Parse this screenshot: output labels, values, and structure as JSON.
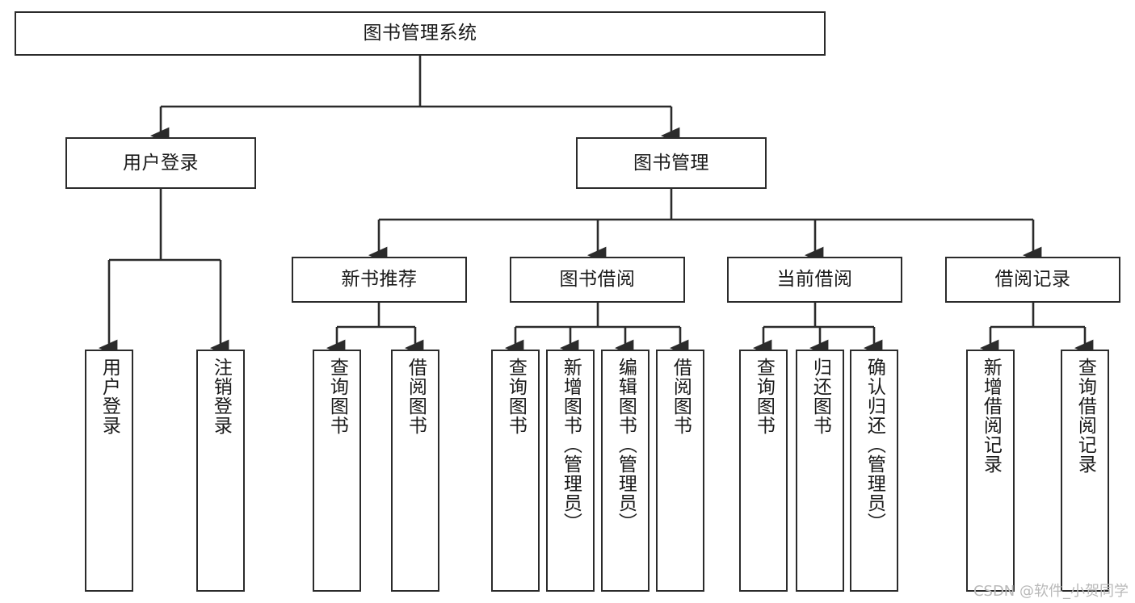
{
  "diagram": {
    "type": "tree",
    "title": "图书管理系统",
    "colors": {
      "box_border": "#2b2b2b",
      "box_fill": "#ffffff",
      "connector": "#2b2b2b",
      "text": "#1a1a1a",
      "background": "#ffffff",
      "watermark": "#b9b9b9"
    },
    "nodes": {
      "root": {
        "label": "图书管理系统",
        "orientation": "horizontal"
      },
      "user_login": {
        "label": "用户登录",
        "orientation": "horizontal"
      },
      "book_manage": {
        "label": "图书管理",
        "orientation": "horizontal"
      },
      "new_book_rec": {
        "label": "新书推荐",
        "orientation": "horizontal"
      },
      "book_borrow": {
        "label": "图书借阅",
        "orientation": "horizontal"
      },
      "current_borrow": {
        "label": "当前借阅",
        "orientation": "horizontal"
      },
      "borrow_record": {
        "label": "借阅记录",
        "orientation": "horizontal"
      },
      "leaf_user_login": {
        "label": "用户登录",
        "orientation": "vertical"
      },
      "leaf_logout": {
        "label": "注销登录",
        "orientation": "vertical"
      },
      "leaf_query_book_1": {
        "label": "查询图书",
        "orientation": "vertical"
      },
      "leaf_borrow_book_1": {
        "label": "借阅图书",
        "orientation": "vertical"
      },
      "leaf_query_book_2": {
        "label": "查询图书",
        "orientation": "vertical"
      },
      "leaf_add_book": {
        "label": "新增图书（管理员）",
        "orientation": "vertical"
      },
      "leaf_edit_book": {
        "label": "编辑图书（管理员）",
        "orientation": "vertical"
      },
      "leaf_borrow_book_2": {
        "label": "借阅图书",
        "orientation": "vertical"
      },
      "leaf_query_book_3": {
        "label": "查询图书",
        "orientation": "vertical"
      },
      "leaf_return_book": {
        "label": "归还图书",
        "orientation": "vertical"
      },
      "leaf_confirm_return": {
        "label": "确认归还（管理员）",
        "orientation": "vertical"
      },
      "leaf_add_record": {
        "label": "新增借阅记录",
        "orientation": "vertical"
      },
      "leaf_query_record": {
        "label": "查询借阅记录",
        "orientation": "vertical"
      }
    },
    "edges": [
      {
        "from": "root",
        "to": "user_login"
      },
      {
        "from": "root",
        "to": "book_manage"
      },
      {
        "from": "user_login",
        "to": "leaf_user_login"
      },
      {
        "from": "user_login",
        "to": "leaf_logout"
      },
      {
        "from": "book_manage",
        "to": "new_book_rec"
      },
      {
        "from": "book_manage",
        "to": "book_borrow"
      },
      {
        "from": "book_manage",
        "to": "current_borrow"
      },
      {
        "from": "book_manage",
        "to": "borrow_record"
      },
      {
        "from": "new_book_rec",
        "to": "leaf_query_book_1"
      },
      {
        "from": "new_book_rec",
        "to": "leaf_borrow_book_1"
      },
      {
        "from": "book_borrow",
        "to": "leaf_query_book_2"
      },
      {
        "from": "book_borrow",
        "to": "leaf_add_book"
      },
      {
        "from": "book_borrow",
        "to": "leaf_edit_book"
      },
      {
        "from": "book_borrow",
        "to": "leaf_borrow_book_2"
      },
      {
        "from": "current_borrow",
        "to": "leaf_query_book_3"
      },
      {
        "from": "current_borrow",
        "to": "leaf_return_book"
      },
      {
        "from": "current_borrow",
        "to": "leaf_confirm_return"
      },
      {
        "from": "borrow_record",
        "to": "leaf_add_record"
      },
      {
        "from": "borrow_record",
        "to": "leaf_query_record"
      }
    ]
  },
  "watermark": {
    "text": "CSDN @软件_小贺同学"
  }
}
